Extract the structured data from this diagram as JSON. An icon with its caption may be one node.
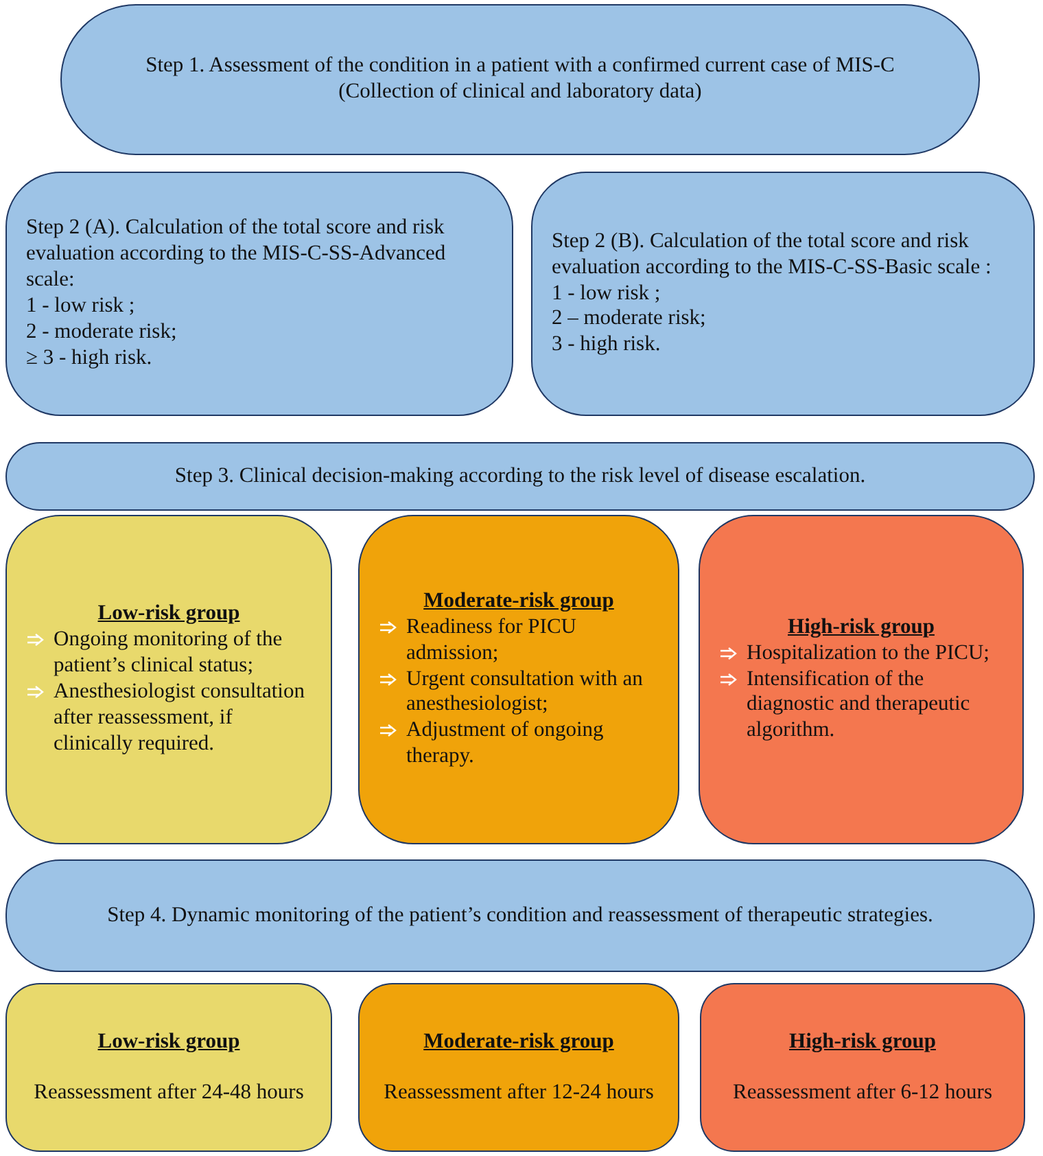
{
  "diagram": {
    "nodes": [
      {
        "text": [
          "Step 1. Assessment of the condition in a patient with a confirmed current case of MIS-C",
          "(Collection of  clinical and laboratory data)"
        ]
      },
      {
        "text": [
          "Step 2 (A). Calculation of the total score and risk evaluation according to the MIS-C-SS-Advanced scale:",
          "1 - low risk ;",
          "2 - moderate risk;",
          "≥ 3 - high risk."
        ]
      },
      {
        "text": [
          "Step 2 (B). Calculation of the total score and risk evaluation according to the MIS-C-SS-Basic scale :",
          "1 - low risk ;",
          "2 – moderate risk;",
          "3 - high risk."
        ]
      },
      {
        "text": [
          "Step 3. Clinical decision-making according to the risk level of disease escalation."
        ]
      },
      {
        "text": [
          "Low-risk group",
          "Ongoing monitoring of the patient’s clinical status;",
          "Anesthesiologist consultation after reassessment, if clinically required."
        ]
      },
      {
        "text": [
          "Moderate-risk group",
          "Readiness for PICU admission;",
          "Urgent consultation with an anesthesiologist;",
          "Adjustment of ongoing therapy."
        ]
      },
      {
        "text": [
          "High-risk group",
          "Hospitalization to the PICU;",
          "Intensification of the diagnostic and therapeutic algorithm."
        ]
      },
      {
        "text": [
          "Step 4. Dynamic monitoring of the patient’s condition and reassessment of therapeutic strategies."
        ]
      },
      {
        "text": [
          "Low-risk group",
          "Reassessment after 24-48 hours"
        ]
      },
      {
        "text": [
          "Moderate-risk group",
          "Reassessment after 12-24 hours"
        ]
      },
      {
        "text": [
          "High-risk group",
          "Reassessment after 6-12 hours"
        ]
      }
    ],
    "edges": []
  }
}
